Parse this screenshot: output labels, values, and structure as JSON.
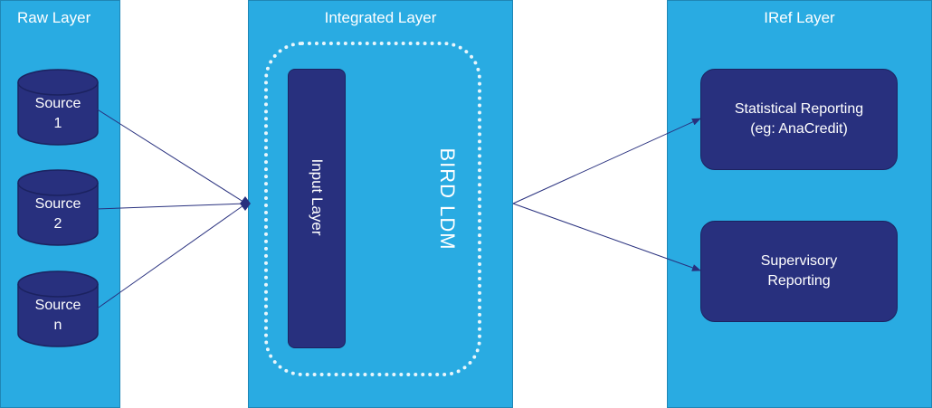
{
  "raw_layer": {
    "title": "Raw Layer",
    "sources": [
      {
        "line1": "Source",
        "line2": "1"
      },
      {
        "line1": "Source",
        "line2": "2"
      },
      {
        "line1": "Source",
        "line2": "n"
      }
    ]
  },
  "integrated_layer": {
    "title": "Integrated Layer",
    "input_layer_label": "Input Layer",
    "bird_label": "BIRD LDM"
  },
  "iref_layer": {
    "title": "IRef Layer",
    "statistical": {
      "line1": "Statistical Reporting",
      "line2": "(eg: AnaCredit)"
    },
    "supervisory": {
      "line1": "Supervisory",
      "line2": "Reporting"
    }
  },
  "colors": {
    "panel": "#29abe2",
    "dark_box": "#28307e",
    "connector": "#28307e",
    "text": "#ffffff"
  }
}
